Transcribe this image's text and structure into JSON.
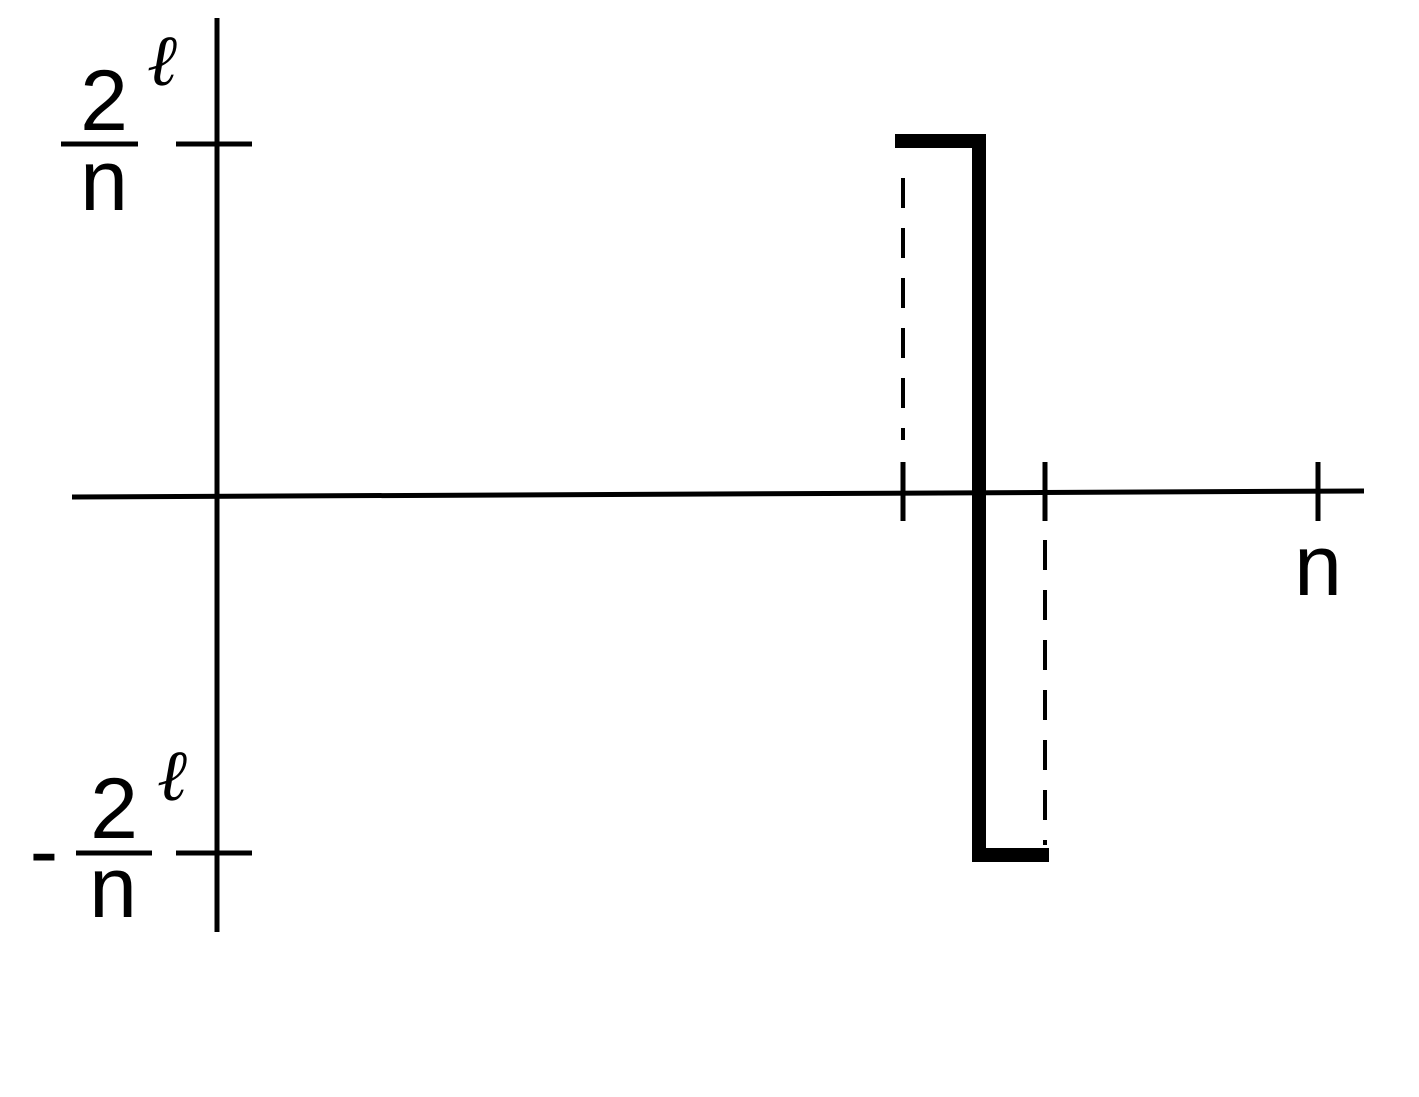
{
  "y_axis": {
    "top_label": {
      "numerator": "2",
      "superscript": "ℓ",
      "denominator": "n"
    },
    "bottom_label": {
      "sign": "-",
      "numerator": "2",
      "superscript": "ℓ",
      "denominator": "n"
    }
  },
  "x_axis": {
    "end_label": "n"
  },
  "colors": {
    "ink": "#000000",
    "background": "#ffffff"
  }
}
